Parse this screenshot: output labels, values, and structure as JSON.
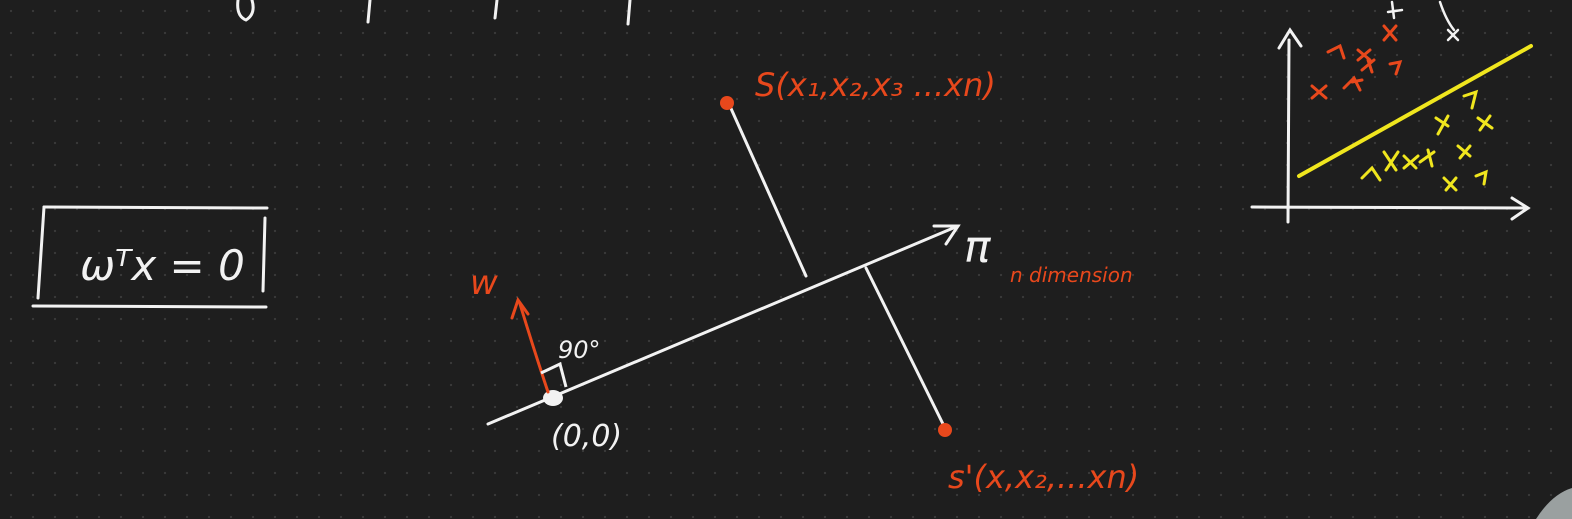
{
  "colors": {
    "background": "#1e1e1e",
    "ink_white": "#f2f2f2",
    "ink_orange": "#e8481c",
    "ink_yellow": "#f0e61e"
  },
  "equation": {
    "text": "ωᵀx = 0"
  },
  "hyperplane": {
    "label": "π",
    "note": "n dimension"
  },
  "normal": {
    "label": "w",
    "angle_label": "90°"
  },
  "points": {
    "origin": "(0,0)",
    "s": "S(x₁,x₂,x₃ ...xn)",
    "s_prime": "s'(x,x₂,...xn)"
  },
  "inset": {
    "orange_marks": 8,
    "yellow_marks": 10
  }
}
